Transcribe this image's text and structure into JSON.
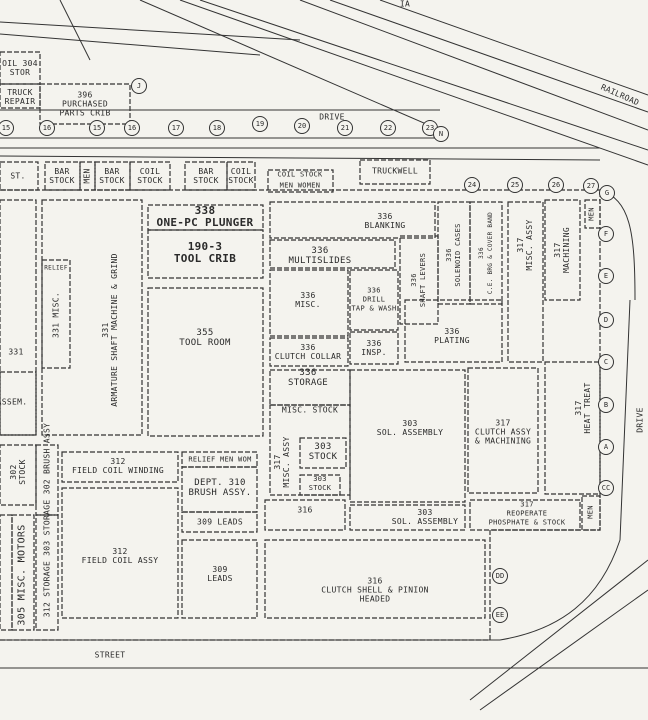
{
  "map": {
    "railroad_label": "RAILROAD",
    "drive_top": "DRIVE",
    "drive_right": "DRIVE",
    "street": "STREET",
    "top_clipped": "IA"
  },
  "departments": {
    "oil_sto": "OIL 304\nSTOR",
    "truck_repair": "TRUCK\nREPAIR",
    "purchased_parts": "396\nPURCHASED\nPARTS CRIB",
    "st": "ST.",
    "bar_stock_1": "BAR\nSTOCK",
    "men_1": "MEN",
    "bar_stock_2": "BAR\nSTOCK",
    "coil_stock_1": "COIL\nSTOCK",
    "bar_stock_3": "BAR\nSTOCK",
    "coil_stock_2": "COIL\nSTOCK",
    "coil_stock_3": "COIL STOCK",
    "men_women": "MEN WOMEN",
    "truckwell": "TRUCKWELL",
    "one_pc_plunger": "338\nONE-PC PLUNGER",
    "tool_crib": "190-3\nTOOL CRIB",
    "blanking": "336\nBLANKING",
    "multislides": "336\nMULTISLIDES",
    "drill_tap": "336\nDRILL\nTAP & WASH",
    "shaft_levers": "336\nSHAFT LEVERS",
    "solenoid_cases": "336\nSOLENOID CASES",
    "ce_bearing": "336\nC.E. BRG & COVER BAND",
    "misc_assy_317": "317\nMISC. ASSY",
    "machining_317": "317\nMACHINING",
    "men_right": "MEN",
    "armature": "331\nARMATURE SHAFT MACHINE & GRIND",
    "misc_331": "331 MISC.",
    "relief": "RELIEF",
    "tool_room": "355\nTOOL ROOM",
    "misc_336": "336\nMISC.",
    "drill_336": "336\nDRILL\nTAP & WASH",
    "plating": "336\nPLATING",
    "clutch_collar": "336\nCLUTCH COLLAR",
    "insp_336": "336\nINSP.",
    "storage_336": "336\nSTORAGE",
    "misc_stock": "MISC. STOCK",
    "misc_assy_317b": "317\nMISC. ASSY",
    "stock_303": "303\nSTOCK",
    "stock_303b": "303\nSTOCK",
    "sol_assembly_1": "303\nSOL. ASSEMBLY",
    "clutch_assy": "317\nCLUTCH ASSY\n& MACHINING",
    "heat_treat": "317\nHEAT TREAT",
    "num_331": "331",
    "assem": "ASSEM.",
    "field_coil_winding": "312\nFIELD COIL WINDING",
    "relief_men_wom": "RELIEF MEN WOM",
    "brush_assy": "DEPT. 310\nBRUSH ASSY.",
    "leads_309": "309 LEADS",
    "stock_302": "302\nSTOCK",
    "storage_312": "312 STORAGE  303 STORAGE  302 BRUSH ASSY",
    "misc_motors": "305 MISC. MOTORS",
    "field_coil_assy": "312\nFIELD COIL ASSY",
    "leads_309b": "309\nLEADS",
    "num_316": "316",
    "sol_assembly_2": "303\nSOL. ASSEMBLY",
    "reoperate": "317\nREOPERATE\nPHOSPHATE & STOCK",
    "men_bottom": "MEN",
    "clutch_shell": "316\nCLUTCH SHELL & PINION\nHEADED"
  },
  "columns_top": [
    "15",
    "16",
    "15",
    "16",
    "17",
    "18",
    "19",
    "20",
    "21",
    "22",
    "23",
    "N"
  ],
  "column_j": "J",
  "columns_row2": [
    "24",
    "25",
    "26",
    "27",
    "G"
  ],
  "columns_right": [
    "F",
    "E",
    "D",
    "C",
    "B",
    "A"
  ],
  "columns_bottom": [
    "CC",
    "DD",
    "EE"
  ]
}
